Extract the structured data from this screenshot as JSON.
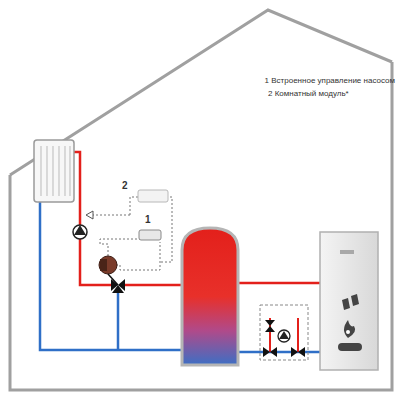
{
  "diagram": {
    "labels": [
      "1 Встроенное управление насосом",
      "2 Комнатный модуль*",
      "2",
      "1"
    ]
  }
}
